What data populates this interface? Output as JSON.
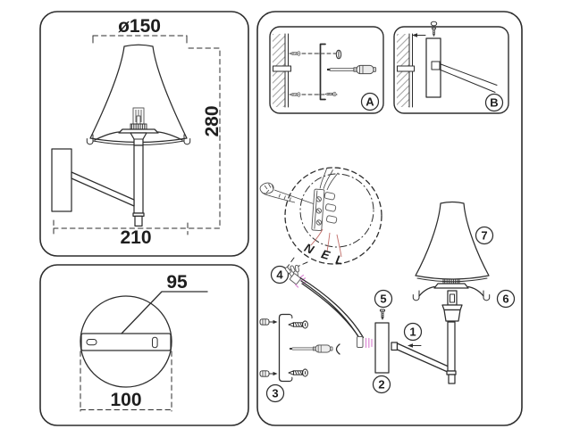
{
  "side_view": {
    "diameter": "ø150",
    "height": "280",
    "depth": "210"
  },
  "top_view": {
    "bracket_length": "95",
    "canopy_width": "100"
  },
  "assembly": {
    "step_labels": {
      "a": "A",
      "b": "B"
    },
    "wiring_labels": {
      "neutral": "N",
      "earth": "E",
      "live": "L"
    },
    "part_numbers": {
      "arm": "1",
      "backplate": "2",
      "bracket": "3",
      "connector": "4",
      "screw": "5",
      "holder": "6",
      "shade": "7"
    }
  },
  "colors": {
    "line": "#2d2d2d",
    "wire_mark": "#dd8fd6",
    "leader_line": "#c4736f",
    "hatch": "#a6a6a6"
  },
  "icons": [
    "screwdriver-icon",
    "screw-icon",
    "wall-anchor-icon",
    "wall-hatch-texture"
  ]
}
